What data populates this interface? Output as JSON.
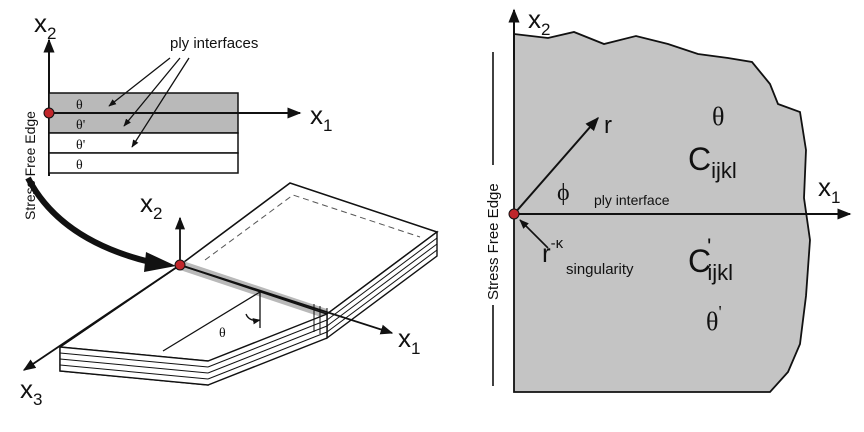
{
  "left": {
    "inset_axis_x2": "x",
    "inset_axis_x2_sub": "2",
    "inset_axis_x1": "x",
    "inset_axis_x1_sub": "1",
    "ply_interfaces_label": "ply interfaces",
    "stress_free_edge_label": "Stress Free Edge",
    "plies": [
      "θ",
      "θ'",
      "θ'",
      "θ"
    ],
    "laminate_axis_x2": "x",
    "laminate_axis_x2_sub": "2",
    "laminate_axis_x1": "x",
    "laminate_axis_x1_sub": "1",
    "laminate_axis_x3": "x",
    "laminate_axis_x3_sub": "3",
    "laminate_angle_label": "θ"
  },
  "right": {
    "axis_x2": "x",
    "axis_x2_sub": "2",
    "axis_x1": "x",
    "axis_x1_sub": "1",
    "stress_free_edge_label": "Stress Free Edge",
    "r_label": "r",
    "phi_label": "ϕ",
    "theta_label": "θ",
    "c_label": "C",
    "c_sub": "ijkl",
    "ply_interface_label": "ply interface",
    "r_kappa_base": "r",
    "r_kappa_sup": "-κ",
    "singularity_label": "singularity",
    "c_prime_label": "C",
    "c_prime_sup": "'",
    "c_prime_sub": "ijkl",
    "theta_prime_label": "θ",
    "theta_prime_sup": "'"
  },
  "colors": {
    "ply_shade": "#b9b9b9",
    "region_fill": "#c4c4c4",
    "point_marker": "#c0262b",
    "ink": "#111111"
  }
}
